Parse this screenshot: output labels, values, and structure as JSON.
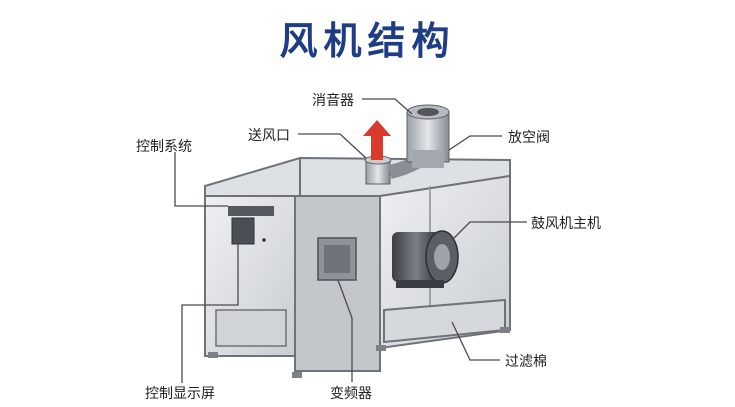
{
  "title": "风机结构",
  "labels": {
    "muffler": "消音器",
    "outlet": "送风口",
    "vent_valve": "放空阀",
    "control_system": "控制系统",
    "blower_main": "鼓风机主机",
    "filter": "过滤棉",
    "control_display": "控制显示屏",
    "inverter": "变频器"
  },
  "colors": {
    "title": "#1f3d86",
    "arrow": "#d83a2c",
    "frame": "#6f7378",
    "panel": "#b8bcc2"
  }
}
